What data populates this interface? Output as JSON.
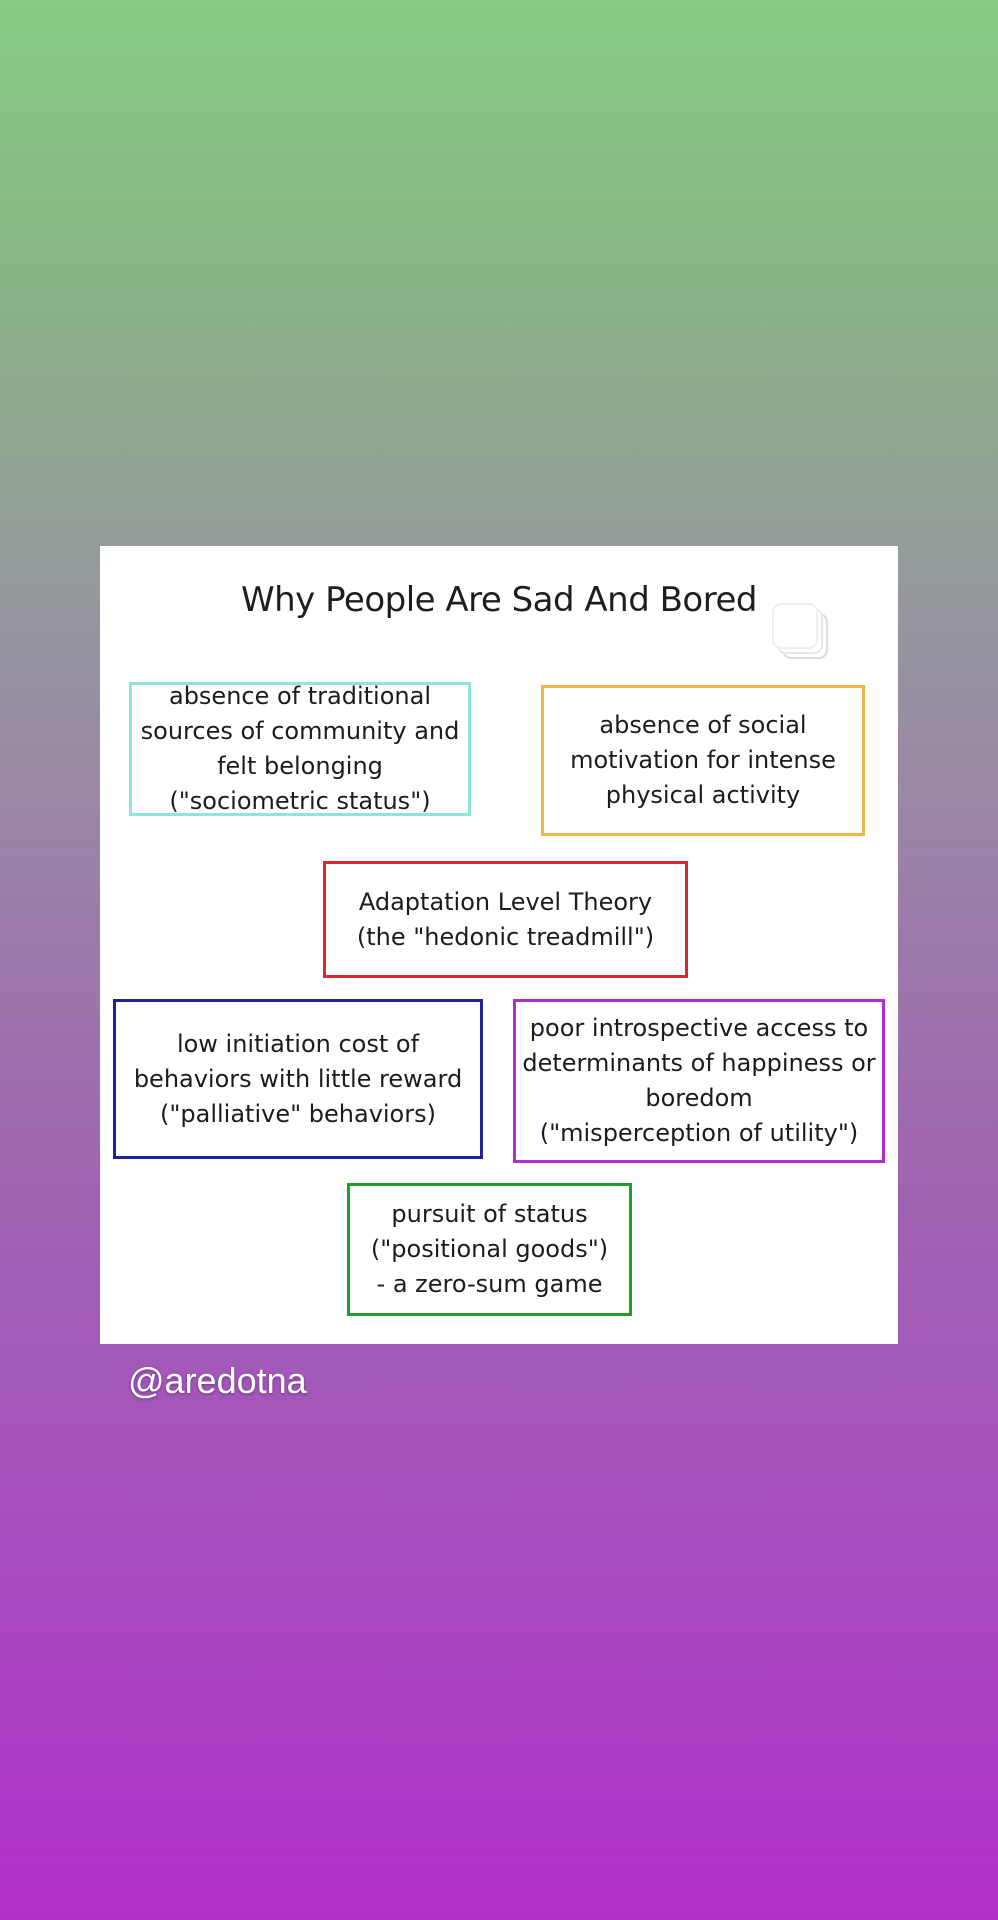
{
  "post": {
    "title": "Why People Are Sad And Bored",
    "boxes": [
      {
        "text": "absence of traditional\nsources of community and\nfelt belonging\n(\"sociometric status\")",
        "color": "#8ee6da"
      },
      {
        "text": "absence of social\nmotivation for intense\nphysical activity",
        "color": "#efb44a"
      },
      {
        "text": "Adaptation Level Theory\n(the \"hedonic treadmill\")",
        "color": "#d8272f"
      },
      {
        "text": "low initiation cost of\nbehaviors with little reward\n(\"palliative\" behaviors)",
        "color": "#1f239b"
      },
      {
        "text": "poor introspective access to\ndeterminants of happiness or\nboredom\n(\"misperception of utility\")",
        "color": "#b02ad6"
      },
      {
        "text": "pursuit of status\n(\"positional goods\")\n- a zero-sum game",
        "color": "#1f9e2c"
      }
    ],
    "carousel_icon": "multiple-images-icon"
  },
  "overlay": {
    "handle": "@aredotna",
    "text_color": "#ffffff"
  },
  "background": {
    "gradient_top": "#83cc82",
    "gradient_bottom": "#b02fc8"
  }
}
